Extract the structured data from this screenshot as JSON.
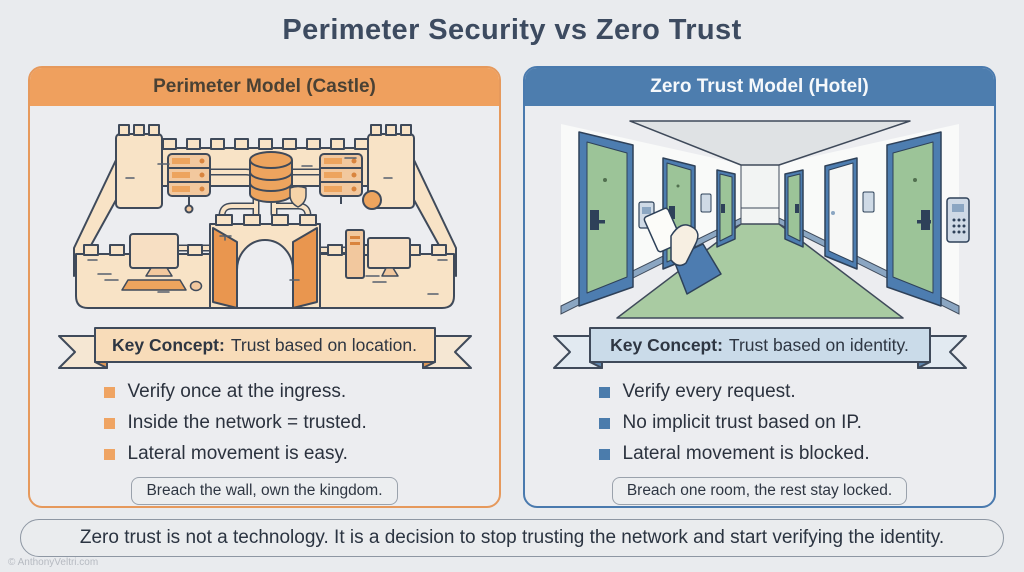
{
  "page": {
    "title": "Perimeter Security vs Zero Trust",
    "footer_note": "Zero trust is not a technology. It is a decision to stop trusting the network and start verifying the identity.",
    "watermark": "© AnthonyVeltri.com"
  },
  "colors": {
    "background": "#e9ebee",
    "title_text": "#3d4b60",
    "body_text": "#2b323e",
    "perimeter_accent": "#efa05e",
    "perimeter_header_text": "#4a4134",
    "perimeter_ribbon_fill": "#f8dcb9",
    "perimeter_ribbon_fold": "#dd9857",
    "perimeter_bullet": "#efa463",
    "zerotrust_accent": "#4d7dae",
    "zerotrust_header_text": "#f5f8fb",
    "zerotrust_ribbon_fill": "#cadbe9",
    "zerotrust_ribbon_fold": "#5f86ad",
    "zerotrust_bullet": "#4b7cac",
    "callout_border": "#9aa2ac",
    "outline": "#3f4a5a",
    "castle_wall_fill": "#f8e3c6",
    "castle_door": "#e9964f",
    "castle_icon_accent": "#eda45e",
    "hotel_door_green": "#9cc498",
    "hotel_frame_blue": "#4d7db0",
    "hotel_carpet": "#a9cba2",
    "hotel_ceiling": "#dfe2e4"
  },
  "panels": {
    "perimeter": {
      "header": "Perimeter Model (Castle)",
      "illustration": "castle-network-illustration",
      "key_concept_label": "Key Concept:",
      "key_concept_text": "Trust based on location.",
      "bullets": [
        "Verify once at the ingress.",
        "Inside the network = trusted.",
        "Lateral movement is easy."
      ],
      "callout": "Breach the wall, own the kingdom."
    },
    "zerotrust": {
      "header": "Zero Trust Model (Hotel)",
      "illustration": "hotel-keycard-hallway-illustration",
      "key_concept_label": "Key Concept:",
      "key_concept_text": "Trust based on identity.",
      "bullets": [
        "Verify every request.",
        "No implicit trust based on IP.",
        "Lateral movement is blocked."
      ],
      "callout": "Breach one room, the rest stay locked."
    }
  }
}
